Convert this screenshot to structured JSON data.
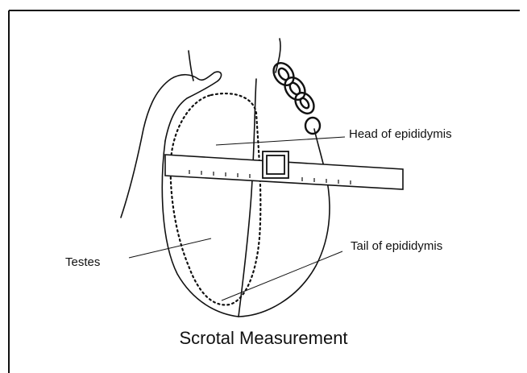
{
  "labels": {
    "head_of_epididymis": "Head of epididymis",
    "tail_of_epididymis": "Tail of epididymis",
    "testes": "Testes"
  },
  "caption": "Scrotal Measurement",
  "colors": {
    "ink": "#111111",
    "background": "#ffffff"
  }
}
